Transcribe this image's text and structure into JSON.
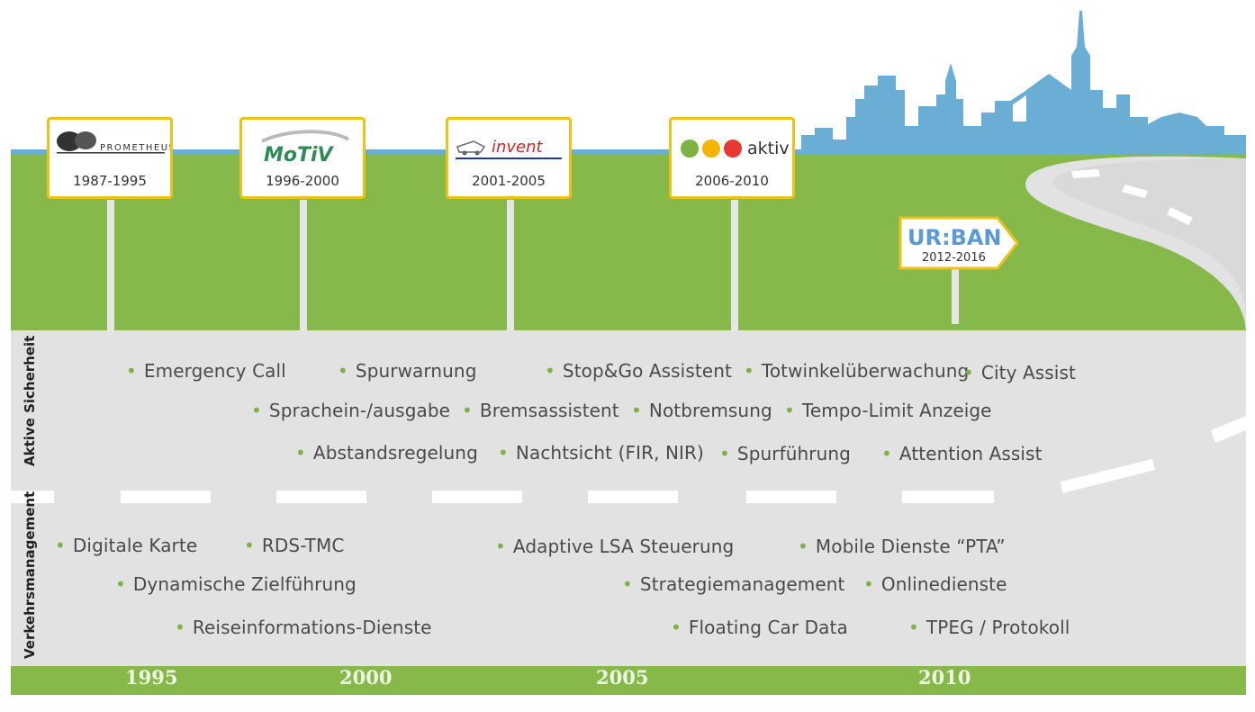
{
  "projects": [
    {
      "name": "PROMETHEUS",
      "period": "1987-1995"
    },
    {
      "name": "MoTiV",
      "period": "1996-2000"
    },
    {
      "name": "invent",
      "period": "2001-2005"
    },
    {
      "name": "aktiv",
      "period": "2006-2010"
    },
    {
      "name": "UR:BAN",
      "period": "2012-2016"
    }
  ],
  "lanes": {
    "safety_label": "Aktive Sicherheit",
    "traffic_label": "Verkehrsmanagement"
  },
  "safety_items": [
    "Emergency Call",
    "Spurwarnung",
    "Stop&Go Assistent",
    "Totwinkelüberwachung",
    "City Assist",
    "Sprachein-/ausgabe",
    "Bremsassistent",
    "Notbremsung",
    "Tempo-Limit Anzeige",
    "Abstandsregelung",
    "Nachtsicht (FIR, NIR)",
    "Spurführung",
    "Attention Assist"
  ],
  "traffic_items": [
    "Digitale Karte",
    "RDS-TMC",
    "Adaptive LSA Steuerung",
    "Mobile Dienste “PTA”",
    "Dynamische Zielführung",
    "Strategiemanagement",
    "Onlinedienste",
    "Reiseinformations-Dienste",
    "Floating Car Data",
    "TPEG / Protokoll"
  ],
  "years": [
    "1995",
    "2000",
    "2005",
    "2010"
  ],
  "colors": {
    "grass": "#86b84a",
    "road": "#e2e2e2",
    "skyline": "#6aaed6",
    "sign_border": "#e9c21a",
    "bullet": "#7cb342",
    "motiv_green": "#2e8b57",
    "urban_blue": "#5b9bd5",
    "urban_green": "#8bc34a"
  }
}
